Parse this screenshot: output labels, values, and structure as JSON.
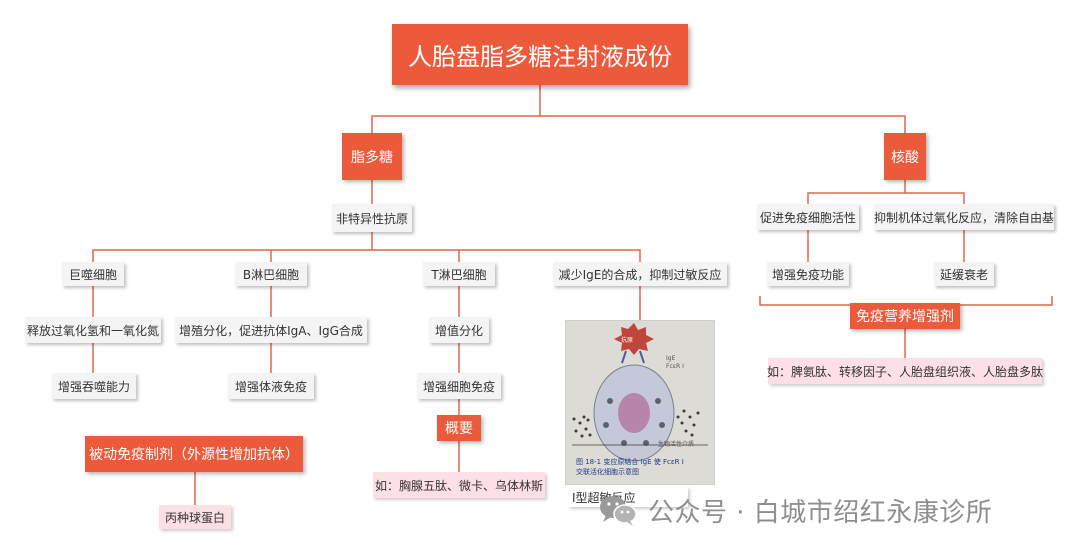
{
  "title": "人胎盘脂多糖注射液成份",
  "lipopolysaccharide": {
    "label": "脂多糖",
    "antigen": "非特异性抗原",
    "macrophage": {
      "label": "巨噬细胞",
      "effect1": "释放过氧化氢和一氧化氮",
      "effect2": "增强吞噬能力"
    },
    "b_cell": {
      "label": "B淋巴细胞",
      "effect1": "增殖分化，促进抗体IgA、IgG合成",
      "effect2": "增强体液免疫"
    },
    "t_cell": {
      "label": "T淋巴细胞",
      "effect1": "增值分化",
      "effect2": "增强细胞免疫",
      "concept": "概要",
      "example": "如：胸腺五肽、微卡、乌体林斯"
    },
    "ige": {
      "label": "减少IgE的合成，抑制过敏反应",
      "figure_caption": "I型超敏反应",
      "figure_labels": {
        "antigen": "抗原",
        "ige": "IgE",
        "receptor": "FcεR I",
        "mediator": "生物活性介质",
        "caption_line1": "图 18-1  变应原结合 IgE 使 FcεR I",
        "caption_line2": "交联活化细胞示意图"
      }
    }
  },
  "passive": {
    "label": "被动免疫制剂（外源性增加抗体）",
    "example": "丙种球蛋白"
  },
  "nucleic_acid": {
    "label": "核酸",
    "effect1": "促进免疫细胞活性",
    "effect1_result": "增强免疫功能",
    "effect2": "抑制机体过氧化反应，清除自由基",
    "effect2_result": "延缓衰老",
    "group_label": "免疫营养增强剂",
    "example": "如：脾氨肽、转移因子、人胎盘组织液、人胎盘多肽"
  },
  "watermark": "公众号 · 白城市绍红永康诊所",
  "colors": {
    "accent": "#ec5a3c",
    "connector": "#e0674a",
    "grey_box": "#f4f4f4",
    "pink_box": "#fde0e5"
  }
}
